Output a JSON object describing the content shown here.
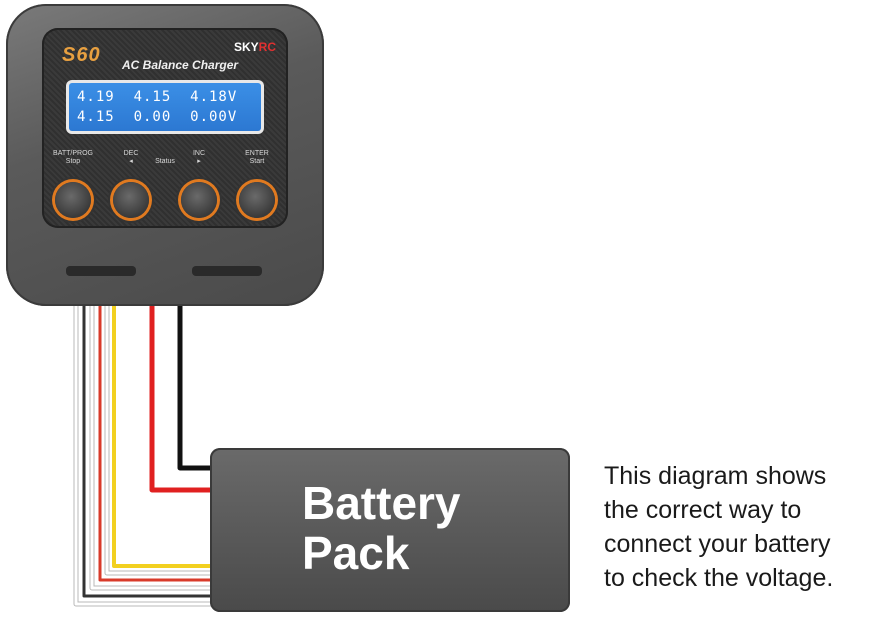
{
  "charger": {
    "model": "S60",
    "brand_sky": "SKY",
    "brand_rc": "RC",
    "subtitle": "AC Balance Charger",
    "display": {
      "line1": "4.19  4.15  4.18V",
      "line2": "4.15  0.00  0.00V"
    },
    "buttons": [
      {
        "label_top": "BATT/PROG",
        "label_bottom": "Stop"
      },
      {
        "label_top": "DEC",
        "label_bottom": "◂"
      },
      {
        "label_top": "INC",
        "label_bottom": "▸"
      },
      {
        "label_top": "ENTER",
        "label_bottom": "Start"
      }
    ],
    "status_label": "Status"
  },
  "wires": {
    "colors": [
      "#000000",
      "#e02020",
      "#f2d020",
      "#e08a40",
      "#8a8a8a"
    ]
  },
  "battery": {
    "line1": "Battery",
    "line2": "Pack"
  },
  "caption": {
    "line1": "This diagram shows",
    "line2": "the correct way to",
    "line3": "connect your battery",
    "line4": "to check the voltage."
  }
}
